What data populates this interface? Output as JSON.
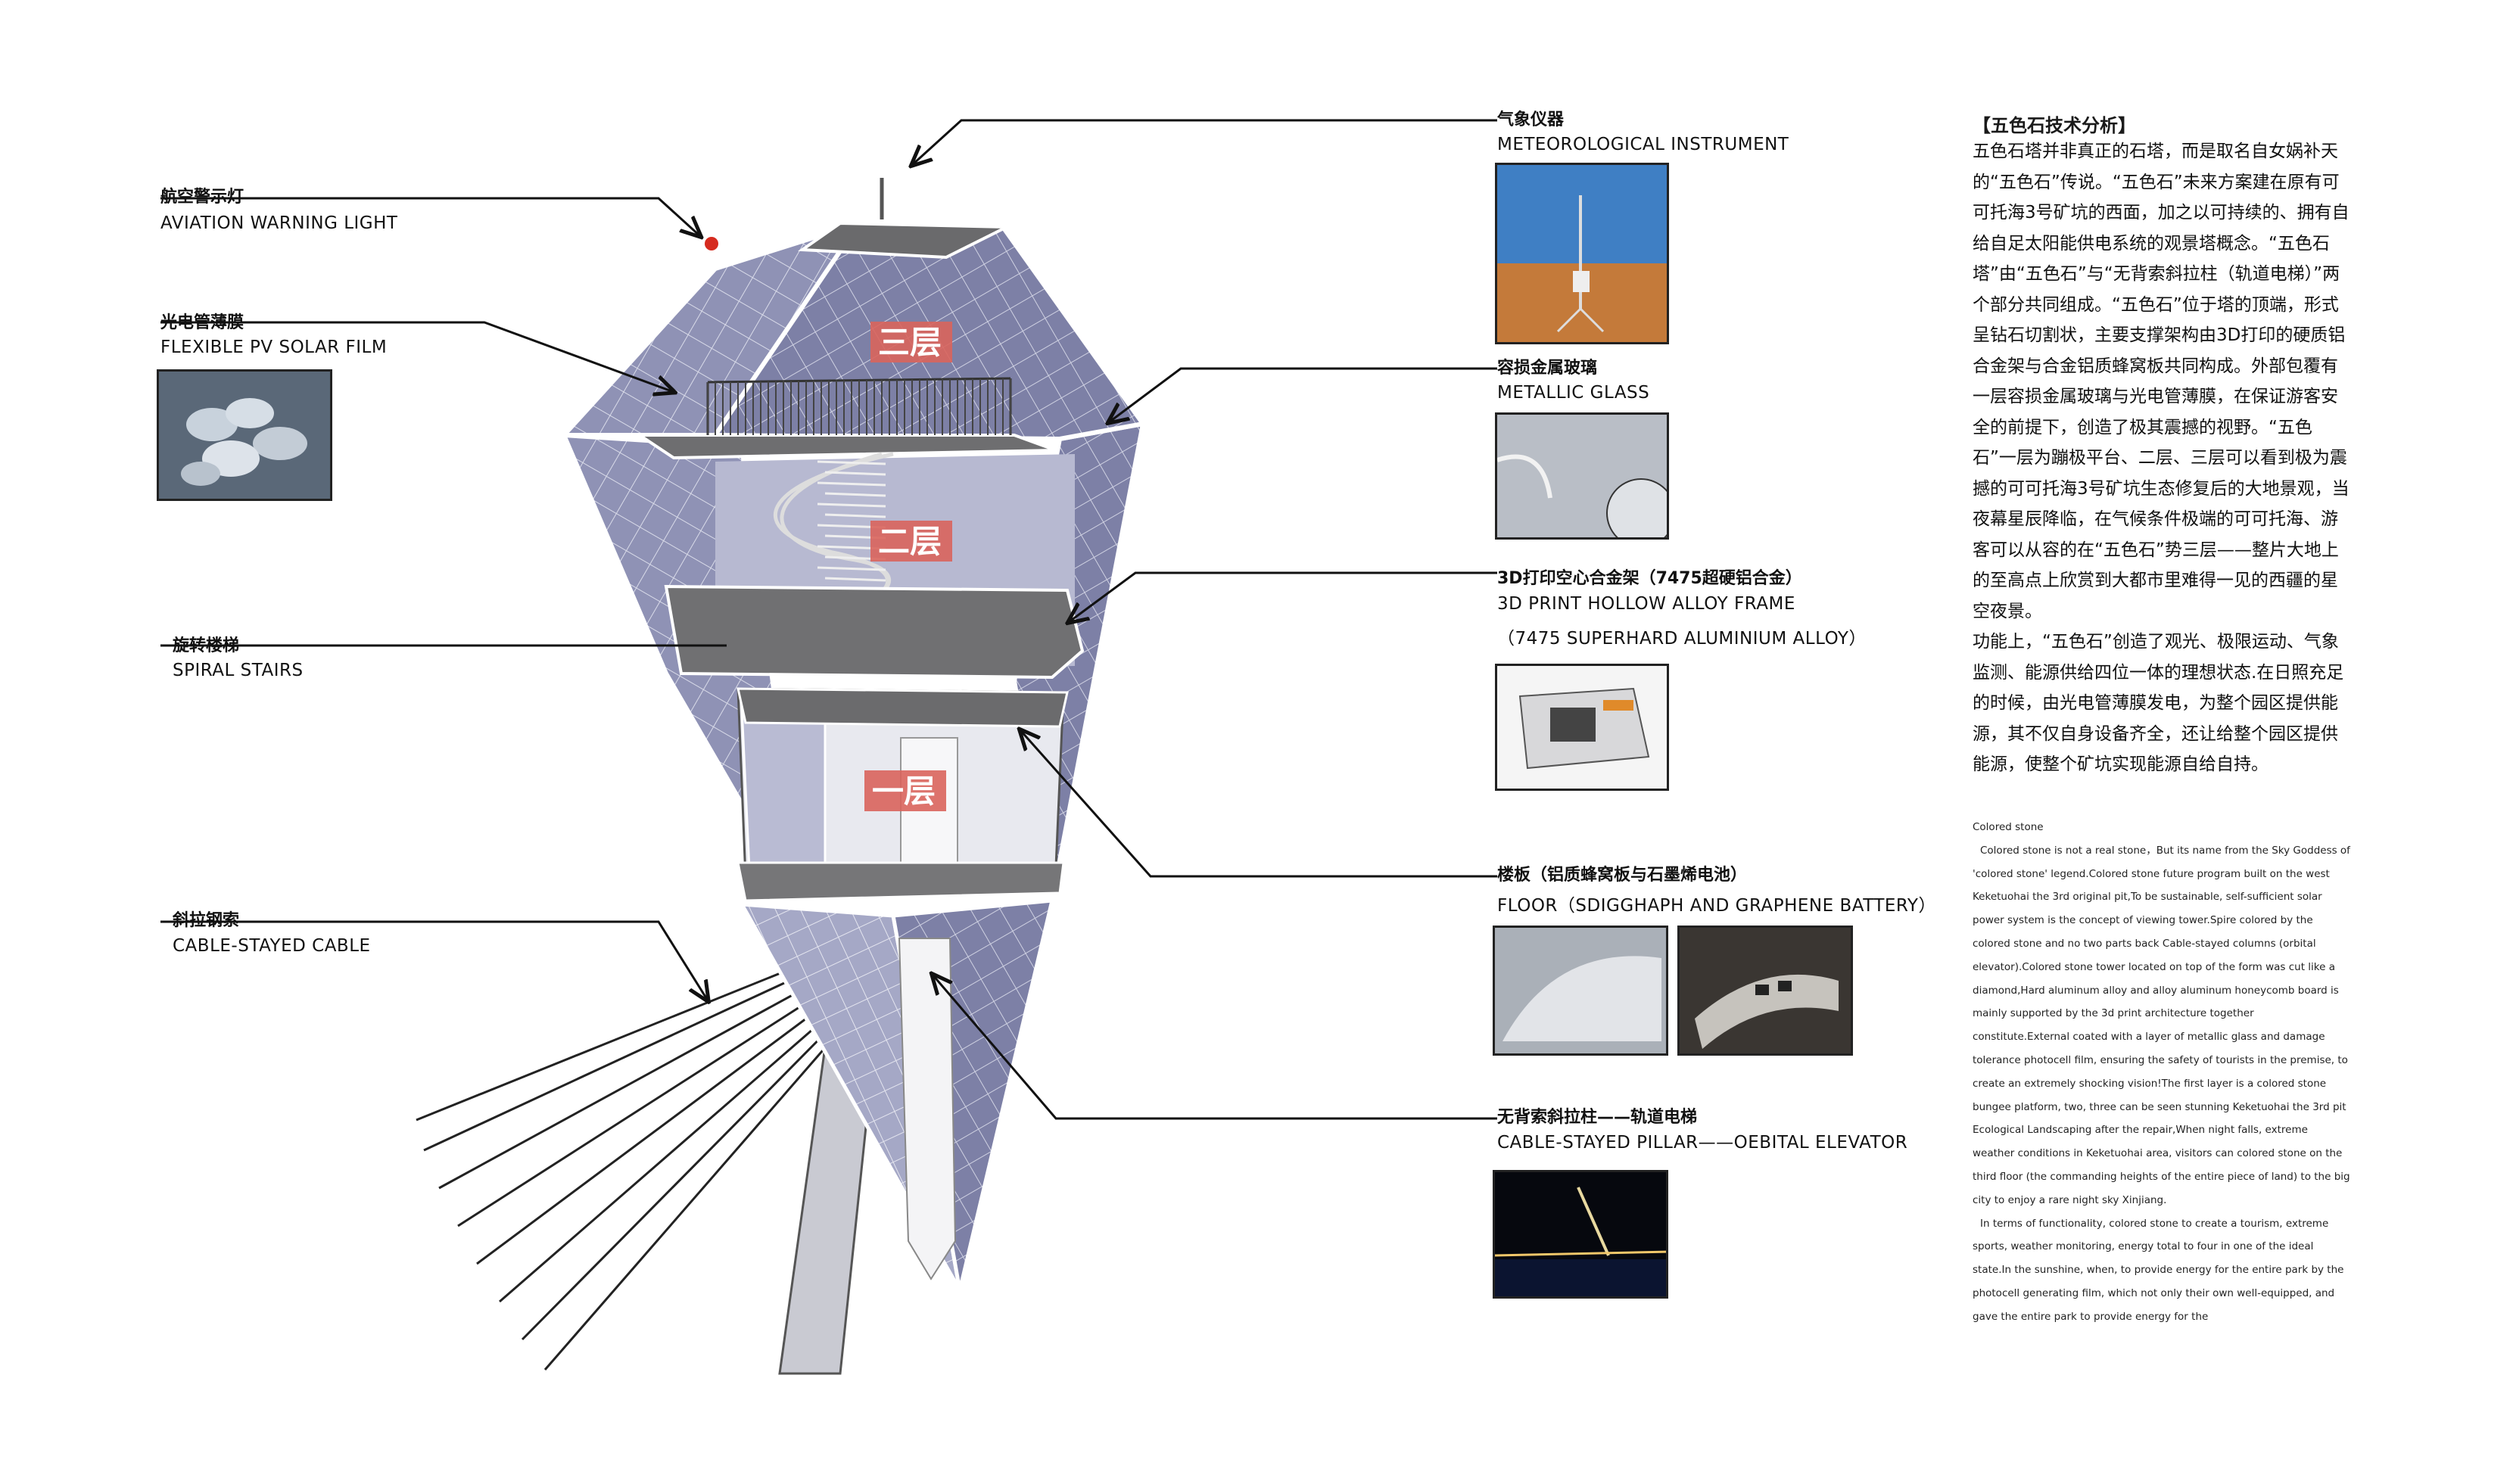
{
  "callouts": {
    "aviation_light": {
      "cn": "航空警示灯",
      "en": "AVIATION WARNING LIGHT"
    },
    "pv_film": {
      "cn": "光电管薄膜",
      "en": "FLEXIBLE PV SOLAR FILM"
    },
    "spiral_stairs": {
      "cn": "旋转楼梯",
      "en": "SPIRAL STAIRS"
    },
    "cable": {
      "cn": "斜拉钢索",
      "en": "CABLE-STAYED CABLE"
    },
    "meteo": {
      "cn": "气象仪器",
      "en": "METEOROLOGICAL INSTRUMENT"
    },
    "glass": {
      "cn": "容损金属玻璃",
      "en": "METALLIC GLASS"
    },
    "frame": {
      "cn": "3D打印空心合金架（7475超硬铝合金）",
      "en": "3D PRINT HOLLOW ALLOY FRAME",
      "en2": "（7475 SUPERHARD ALUMINIUM ALLOY）"
    },
    "floor": {
      "cn": "楼板（铝质蜂窝板与石墨烯电池）",
      "en": "FLOOR（SDIGGHAPH AND GRAPHENE BATTERY）"
    },
    "pillar": {
      "cn": "无背索斜拉柱——轨道电梯",
      "en": "CABLE-STAYED PILLAR——OEBITAL ELEVATOR"
    }
  },
  "levels": {
    "l3": "三层",
    "l2": "二层",
    "l1": "一层"
  },
  "analysis": {
    "title": "【五色石技术分析】",
    "cn_paragraphs": [
      "五色石塔并非真正的石塔，而是取名自女娲补天的“五色石”传说。“五色石”未来方案建在原有可可托海3号矿坑的西面，加之以可持续的、拥有自给自足太阳能供电系统的观景塔概念。“五色石塔”由“五色石”与“无背索斜拉柱（轨道电梯）”两个部分共同组成。“五色石”位于塔的顶端，形式呈钻石切割状，主要支撑架构由3D打印的硬质铝合金架与合金铝质蜂窝板共同构成。外部包覆有一层容损金属玻璃与光电管薄膜，在保证游客安全的前提下，创造了极其震撼的视野。“五色石”一层为蹦极平台、二层、三层可以看到极为震撼的可可托海3号矿坑生态修复后的大地景观，当夜幕星辰降临，在气候条件极端的可可托海、游客可以从容的在“五色石”势三层——整片大地上的至高点上欣赏到大都市里难得一见的西疆的星空夜景。",
      "功能上，“五色石”创造了观光、极限运动、气象监测、能源供给四位一体的理想状态.在日照充足的时候，由光电管薄膜发电，为整个园区提供能源，其不仅自身设备齐全，还让给整个园区提供能源，使整个矿坑实现能源自给自持。"
    ],
    "en_paragraphs": [
      "Colored stone",
      "Colored stone is not a real stone，But its name from the Sky Goddess of 'colored stone' legend.Colored stone future program built on the west Keketuohai the 3rd original pit,To be sustainable, self-sufficient solar power system is the concept of viewing tower.Spire colored by the colored stone and no two parts back Cable-stayed columns (orbital elevator).Colored stone tower located on top of the form was cut like a diamond,Hard aluminum alloy and alloy aluminum honeycomb board is mainly supported by the 3d print architecture together constitute.External coated with a layer of metallic glass and damage tolerance photocell film, ensuring the safety of tourists in the premise, to create an extremely shocking vision!The first layer is a colored stone bungee platform, two, three can be seen stunning Keketuohai the 3rd pit Ecological Landscaping after the repair,When night falls, extreme weather conditions in Keketuohai area, visitors can colored stone on the third floor (the commanding heights of the entire piece of land) to the big city to enjoy a rare night sky Xinjiang.",
      "In terms of functionality, colored stone to create a tourism, extreme sports, weather monitoring, energy total to four in one of the ideal state.In the sunshine, when, to provide energy for the entire park by the photocell generating film, which not only their own well-equipped, and gave the entire park to provide energy for the"
    ]
  },
  "colors": {
    "glass": "#8e90b2",
    "frame": "#ffffff",
    "slab": "#6e6e70",
    "label_bg": "#d9645c",
    "leader": "#111111"
  }
}
